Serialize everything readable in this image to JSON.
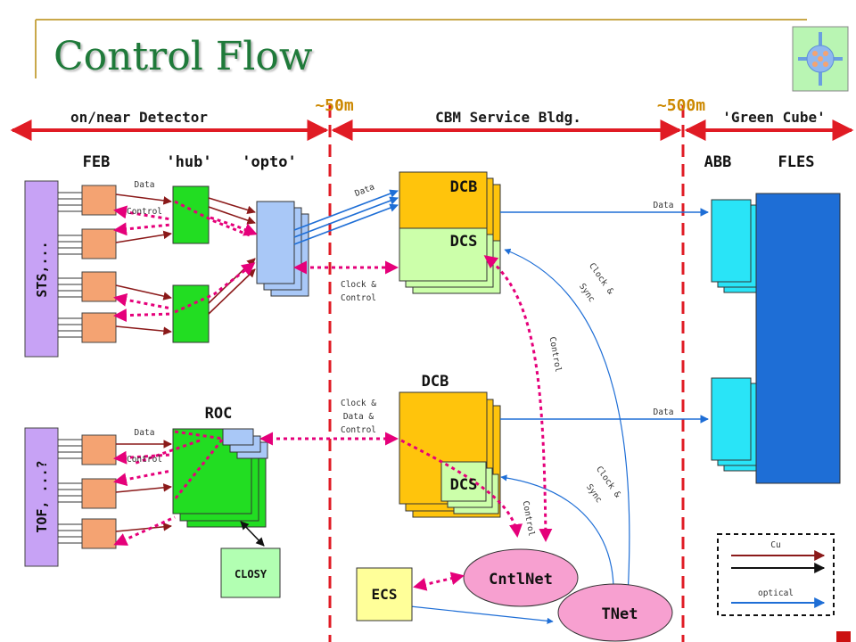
{
  "title": "Control Flow",
  "zones": {
    "detector": "on/near Detector",
    "service": "CBM Service Bldg.",
    "cube": "'Green Cube'",
    "dist1": "~50m",
    "dist2": "~500m"
  },
  "columns": {
    "feb": "FEB",
    "hub": "'hub'",
    "opto": "'opto'",
    "abb": "ABB",
    "fles": "FLES",
    "roc": "ROC"
  },
  "detectors": {
    "sts": "STS,...",
    "tof": "TOF, ...?"
  },
  "boxes": {
    "dcb_top": "DCB",
    "dcs_top": "DCS",
    "dcb_bottom": "DCB",
    "dcs_bottom": "DCS",
    "closy": "CLOSY",
    "ecs": "ECS",
    "cntlnet": "CntlNet",
    "tnet": "TNet"
  },
  "labels": {
    "data_sts": "Data",
    "control_sts": "Control",
    "data_tof": "Data",
    "control_tof": "Control",
    "data_opto": "Data",
    "clock_control_1": "Clock &",
    "clock_control_2": "Control",
    "cdc_1": "Clock &",
    "cdc_2": "Data &",
    "cdc_3": "Control",
    "data_abb_top": "Data",
    "data_abb_bottom": "Data",
    "clock_sync_top_1": "Clock &",
    "clock_sync_top_2": "Sync",
    "clock_sync_bottom_1": "Clock &",
    "clock_sync_bottom_2": "Sync",
    "control_mid": "Control",
    "control_low": "Control"
  },
  "legend": {
    "cu": "Cu",
    "optical": "optical"
  },
  "colors": {
    "title": "#1f7a3a",
    "zone_red": "#e01b24",
    "zone_text": "#1a1a1a",
    "dist_text": "#cc8800",
    "feb": "#f4a372",
    "hub": "#22dd22",
    "opto": "#a9c8f7",
    "sts": "#c7a2f5",
    "dcb": "#ffc40c",
    "dcs": "#ccffaa",
    "abb": "#29e4f7",
    "fles": "#1e6ed6",
    "closy": "#b2ffb2",
    "ecs": "#ffff99",
    "net": "#f7a0d0",
    "dotted": "#e5007a",
    "copper": "#8b1a1a",
    "optical": "#1e6ed6"
  },
  "icons": [
    "network-logo-icon"
  ]
}
